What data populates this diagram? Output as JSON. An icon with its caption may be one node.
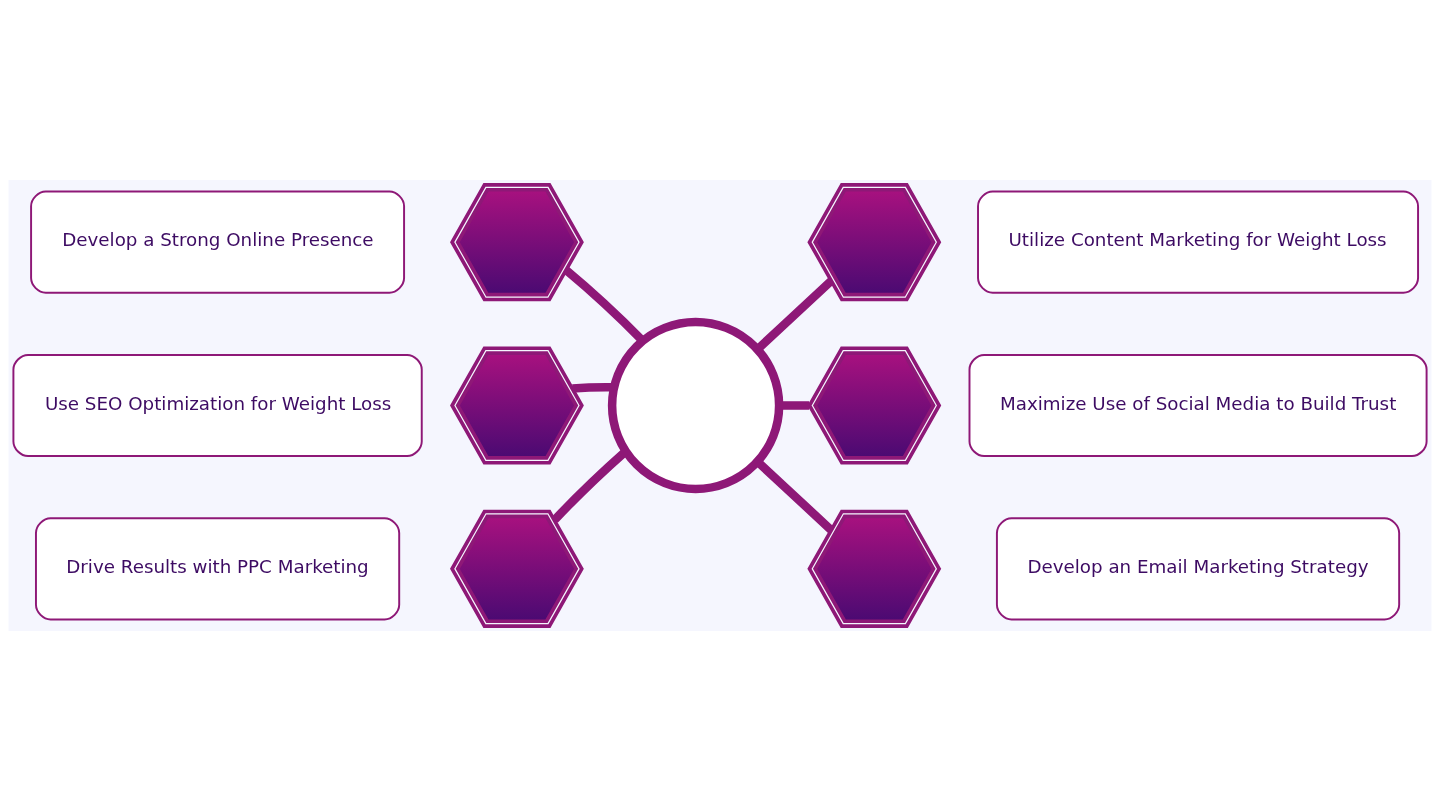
{
  "diagram": {
    "nodes": [
      {
        "text": [],
        "shape": "circle"
      },
      {
        "text": [
          "Develop a Strong Online Presence"
        ]
      },
      {
        "text": [],
        "shape": "hexagon"
      },
      {
        "text": [],
        "shape": "hexagon"
      },
      {
        "text": [
          "Utilize Content Marketing for Weight Loss"
        ]
      },
      {
        "text": [
          "Use SEO Optimization for Weight Loss"
        ]
      },
      {
        "text": [],
        "shape": "hexagon"
      },
      {
        "text": [],
        "shape": "hexagon"
      },
      {
        "text": [
          "Maximize Use of Social Media to Build Trust"
        ]
      },
      {
        "text": [
          "Drive Results with PPC Marketing"
        ]
      },
      {
        "text": [],
        "shape": "hexagon"
      },
      {
        "text": [],
        "shape": "hexagon"
      },
      {
        "text": [
          "Develop an Email Marketing Strategy"
        ]
      }
    ],
    "edges": [
      {
        "from": 0,
        "to": 2,
        "arrow": "none"
      },
      {
        "from": 0,
        "to": 3,
        "arrow": "none"
      },
      {
        "from": 0,
        "to": 6,
        "arrow": "none"
      },
      {
        "from": 0,
        "to": 7,
        "arrow": "none"
      },
      {
        "from": 0,
        "to": 10,
        "arrow": "none"
      },
      {
        "from": 0,
        "to": 11,
        "arrow": "none"
      }
    ]
  }
}
